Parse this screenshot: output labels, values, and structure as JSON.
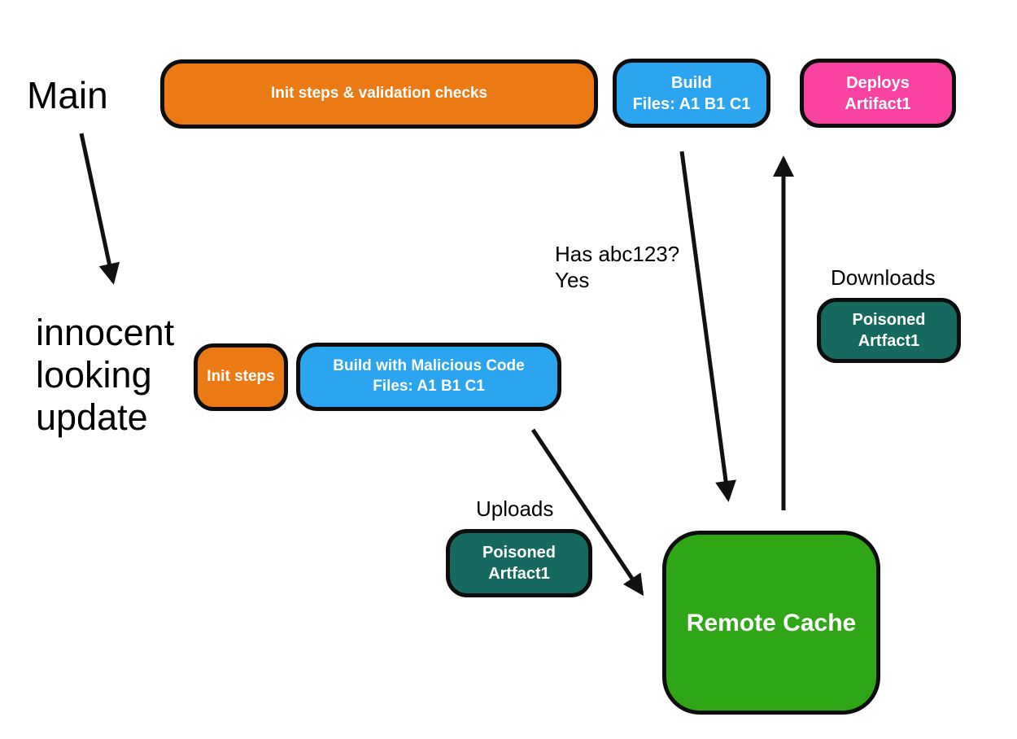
{
  "page": {
    "background": "#ffffff"
  },
  "colors": {
    "orange": "#eb7914",
    "blue": "#2ba5f0",
    "pink": "#fa42a0",
    "teal": "#16695f",
    "green": "#2fa616",
    "outline": "#0d0d0d",
    "node_text": "#ffffff",
    "label_text": "#000000",
    "arrow": "#111111"
  },
  "labels": {
    "main": "Main",
    "innocent_line1": "innocent",
    "innocent_line2": "looking",
    "innocent_line3": "update",
    "has_abc": "Has abc123?",
    "yes": "Yes",
    "downloads": "Downloads",
    "uploads": "Uploads"
  },
  "nodes": {
    "init_validation": {
      "line1": "Init steps & validation checks"
    },
    "build_main": {
      "line1": "Build",
      "line2": "Files: A1 B1 C1"
    },
    "deploys": {
      "line1": "Deploys",
      "line2": "Artifact1"
    },
    "init_steps": {
      "line1": "Init steps"
    },
    "build_malicious": {
      "line1": "Build with Malicious Code",
      "line2": "Files: A1 B1 C1"
    },
    "poisoned_upload": {
      "line1": "Poisoned",
      "line2": "Artfact1"
    },
    "poisoned_download": {
      "line1": "Poisoned",
      "line2": "Artfact1"
    },
    "remote_cache": {
      "line1": "Remote Cache"
    }
  }
}
